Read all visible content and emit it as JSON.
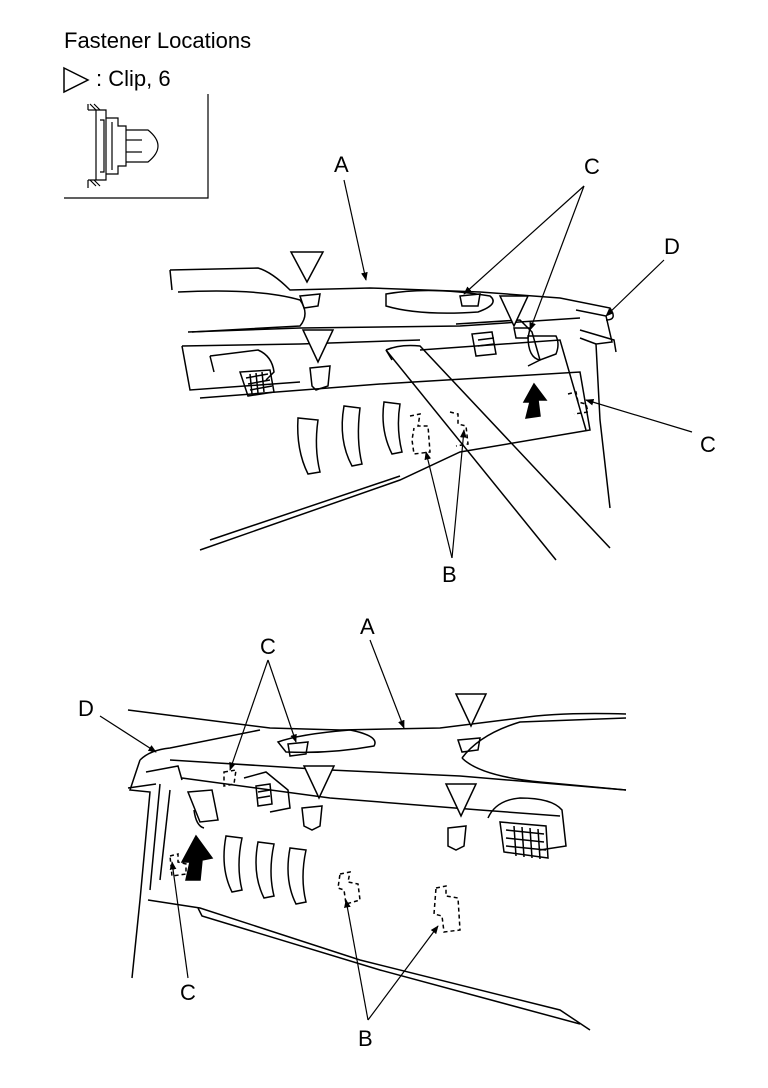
{
  "title": "Fastener Locations",
  "legend": {
    "symbol": "triangle-clip-icon",
    "text": ": Clip, 6"
  },
  "callouts": {
    "a": "A",
    "b": "B",
    "c": "C",
    "d": "D"
  },
  "colors": {
    "line": "#000000",
    "background": "#ffffff"
  }
}
